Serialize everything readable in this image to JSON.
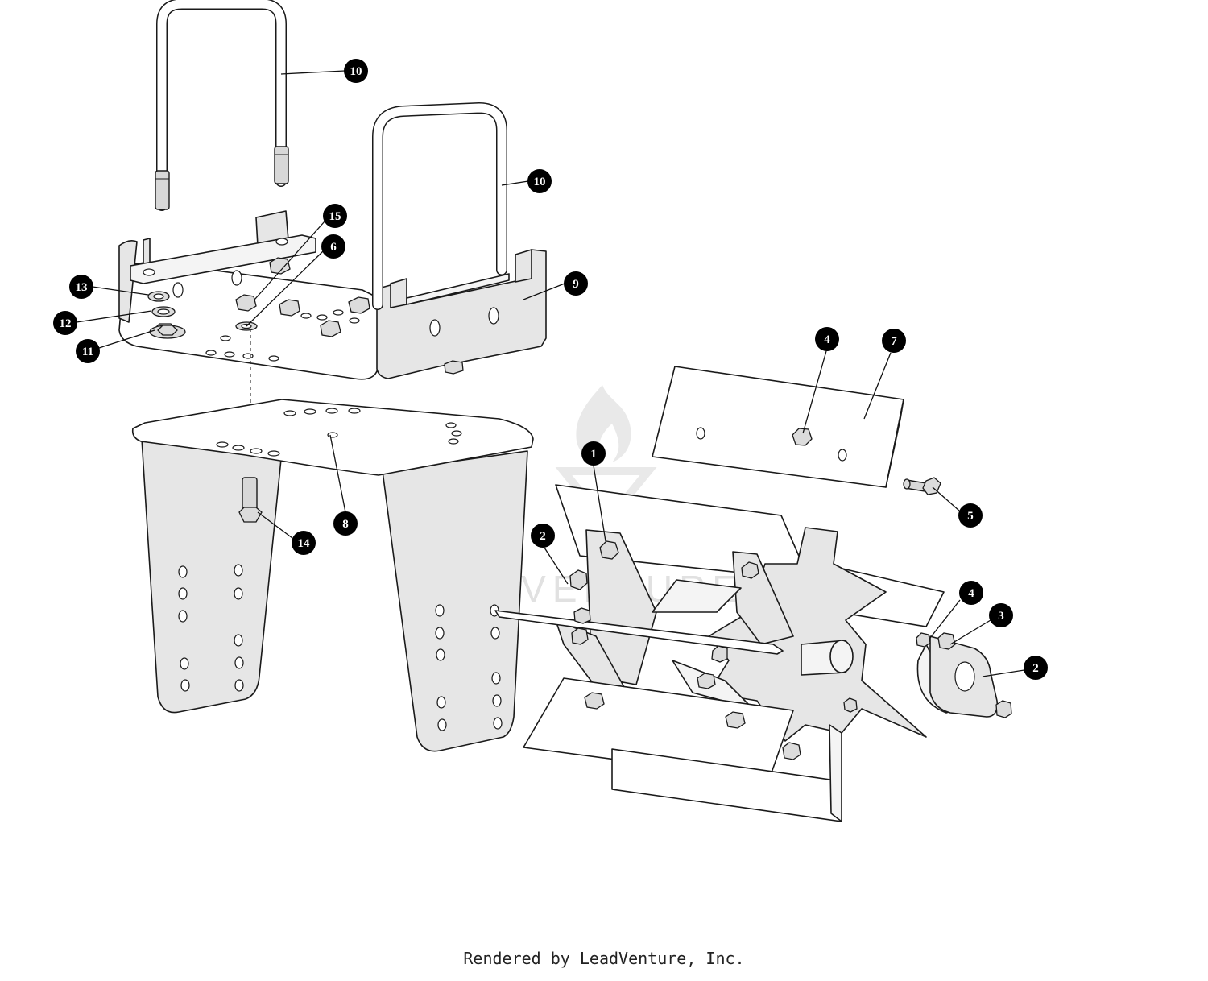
{
  "watermark": {
    "text": "LEADVENTURE"
  },
  "footer": {
    "credit": "Rendered by LeadVenture, Inc."
  },
  "callouts": [
    {
      "id": "c10a",
      "label": "10"
    },
    {
      "id": "c10b",
      "label": "10"
    },
    {
      "id": "c15",
      "label": "15"
    },
    {
      "id": "c6",
      "label": "6"
    },
    {
      "id": "c13",
      "label": "13"
    },
    {
      "id": "c9",
      "label": "9"
    },
    {
      "id": "c12",
      "label": "12"
    },
    {
      "id": "c11",
      "label": "11"
    },
    {
      "id": "c4a",
      "label": "4"
    },
    {
      "id": "c7",
      "label": "7"
    },
    {
      "id": "c1",
      "label": "1"
    },
    {
      "id": "c8",
      "label": "8"
    },
    {
      "id": "c5",
      "label": "5"
    },
    {
      "id": "c14",
      "label": "14"
    },
    {
      "id": "c2a",
      "label": "2"
    },
    {
      "id": "c4b",
      "label": "4"
    },
    {
      "id": "c3",
      "label": "3"
    },
    {
      "id": "c2b",
      "label": "2"
    }
  ]
}
